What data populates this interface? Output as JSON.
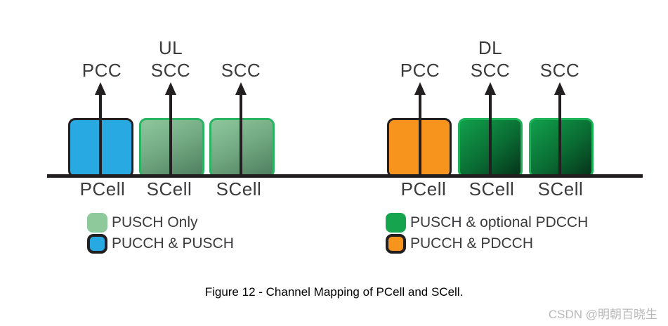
{
  "diagram": {
    "left": {
      "group_label": "UL",
      "columns": [
        {
          "top": "PCC",
          "bottom": "PCell",
          "box_type": "pucch-and-pusch"
        },
        {
          "top": "SCC",
          "bottom": "SCell",
          "box_type": "pusch-only"
        },
        {
          "top": "SCC",
          "bottom": "SCell",
          "box_type": "pusch-only"
        }
      ]
    },
    "right": {
      "group_label": "DL",
      "columns": [
        {
          "top": "PCC",
          "bottom": "PCell",
          "box_type": "pucch-and-pdcch"
        },
        {
          "top": "SCC",
          "bottom": "SCell",
          "box_type": "pusch-and-optional-pdcch"
        },
        {
          "top": "SCC",
          "bottom": "SCell",
          "box_type": "pusch-and-optional-pdcch"
        }
      ]
    }
  },
  "legend": {
    "left": [
      {
        "label": "PUSCH Only",
        "swatch": "light-green"
      },
      {
        "label": "PUCCH & PUSCH",
        "swatch": "blue"
      }
    ],
    "right": [
      {
        "label": "PUSCH & optional PDCCH",
        "swatch": "green"
      },
      {
        "label": "PUCCH & PDCCH",
        "swatch": "orange"
      }
    ]
  },
  "caption": "Figure 12 - Channel Mapping of PCell and SCell.",
  "watermark": "CSDN @明朝百晓生",
  "colors": {
    "blue": "#29a9e1",
    "orange": "#f7941e",
    "light_green_flat": "#8dc99b",
    "green_flat": "#17a44e",
    "light_green_gradient_start": "#8fc79d",
    "light_green_gradient_end": "#4e7f5f",
    "dark_green_gradient_start": "#11a04c",
    "dark_green_gradient_end": "#05331a",
    "light_green_border": "#2bb364",
    "dark_green_border": "#1db257",
    "outline": "#231f20",
    "text": "#3b3a3c"
  }
}
